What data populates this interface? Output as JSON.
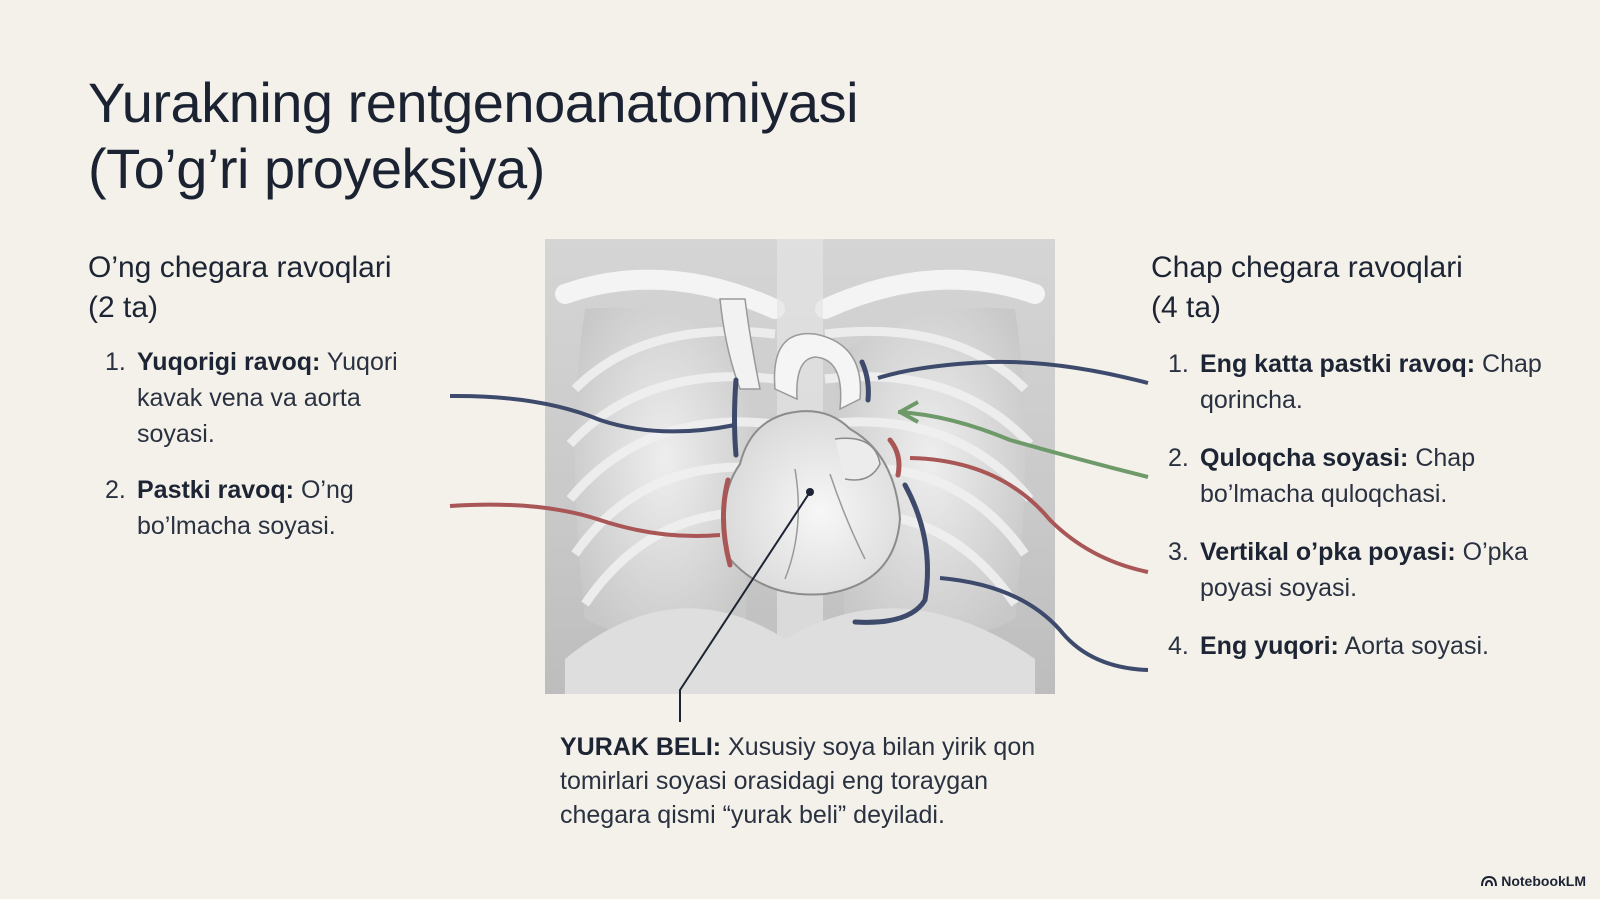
{
  "title": {
    "line1": "Yurakning rentgenoanatomiyasi",
    "line2": "(To’g’ri proyeksiya)"
  },
  "left": {
    "heading_line1": "O’ng chegara ravoqlari",
    "heading_line2": "(2 ta)",
    "items": [
      {
        "num": "1.",
        "bold": "Yuqorigi ravoq:",
        "text": " Yuqori kavak vena va aorta soyasi."
      },
      {
        "num": "2.",
        "bold": "Pastki ravoq:",
        "text": " O’ng bo’lmacha soyasi."
      }
    ]
  },
  "right": {
    "heading_line1": "Chap chegara ravoqlari",
    "heading_line2": "(4 ta)",
    "items": [
      {
        "num": "1.",
        "bold": "Eng katta pastki ravoq:",
        "text": " Chap qorincha."
      },
      {
        "num": "2.",
        "bold": "Quloqcha soyasi:",
        "text": " Chap bo’lmacha quloqchasi."
      },
      {
        "num": "3.",
        "bold": "Vertikal o’pka poyasi:",
        "text": " O’pka poyasi soyasi."
      },
      {
        "num": "4.",
        "bold": "Eng yuqori:",
        "text": " Aorta soyasi."
      }
    ]
  },
  "note": {
    "bold": "YURAK BELI:",
    "text": " Xususiy soya bilan yirik qon tomirlari soyasi orasidagi eng toraygan chegara qismi “yurak beli” deyiladi."
  },
  "brand": {
    "label": "NotebookLM",
    "icon": "notebooklm-logo-icon"
  },
  "colors": {
    "background": "#f3f1ea",
    "navy": "#3d4a6b",
    "red": "#a85656",
    "green": "#6e9a6a"
  }
}
